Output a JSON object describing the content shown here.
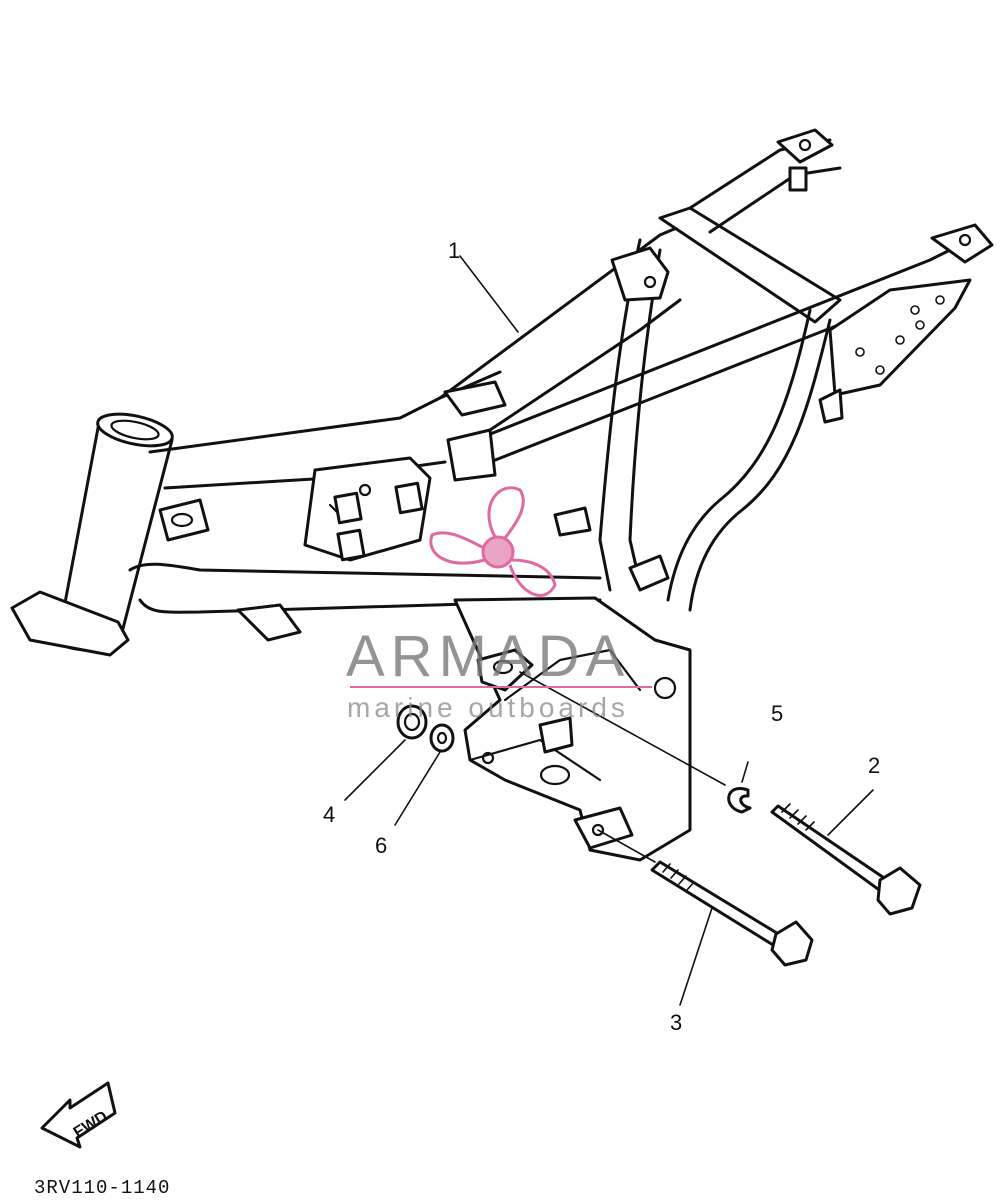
{
  "diagram": {
    "part_callouts": [
      "1",
      "2",
      "3",
      "4",
      "5",
      "6"
    ],
    "direction_label": "FWD",
    "drawing_code": "3RV110-1140"
  },
  "watermark": {
    "brand": "ARMADA",
    "tagline": "marine outboards",
    "accent_color": "#e06aa0",
    "text_color": "#7a7a7a"
  }
}
